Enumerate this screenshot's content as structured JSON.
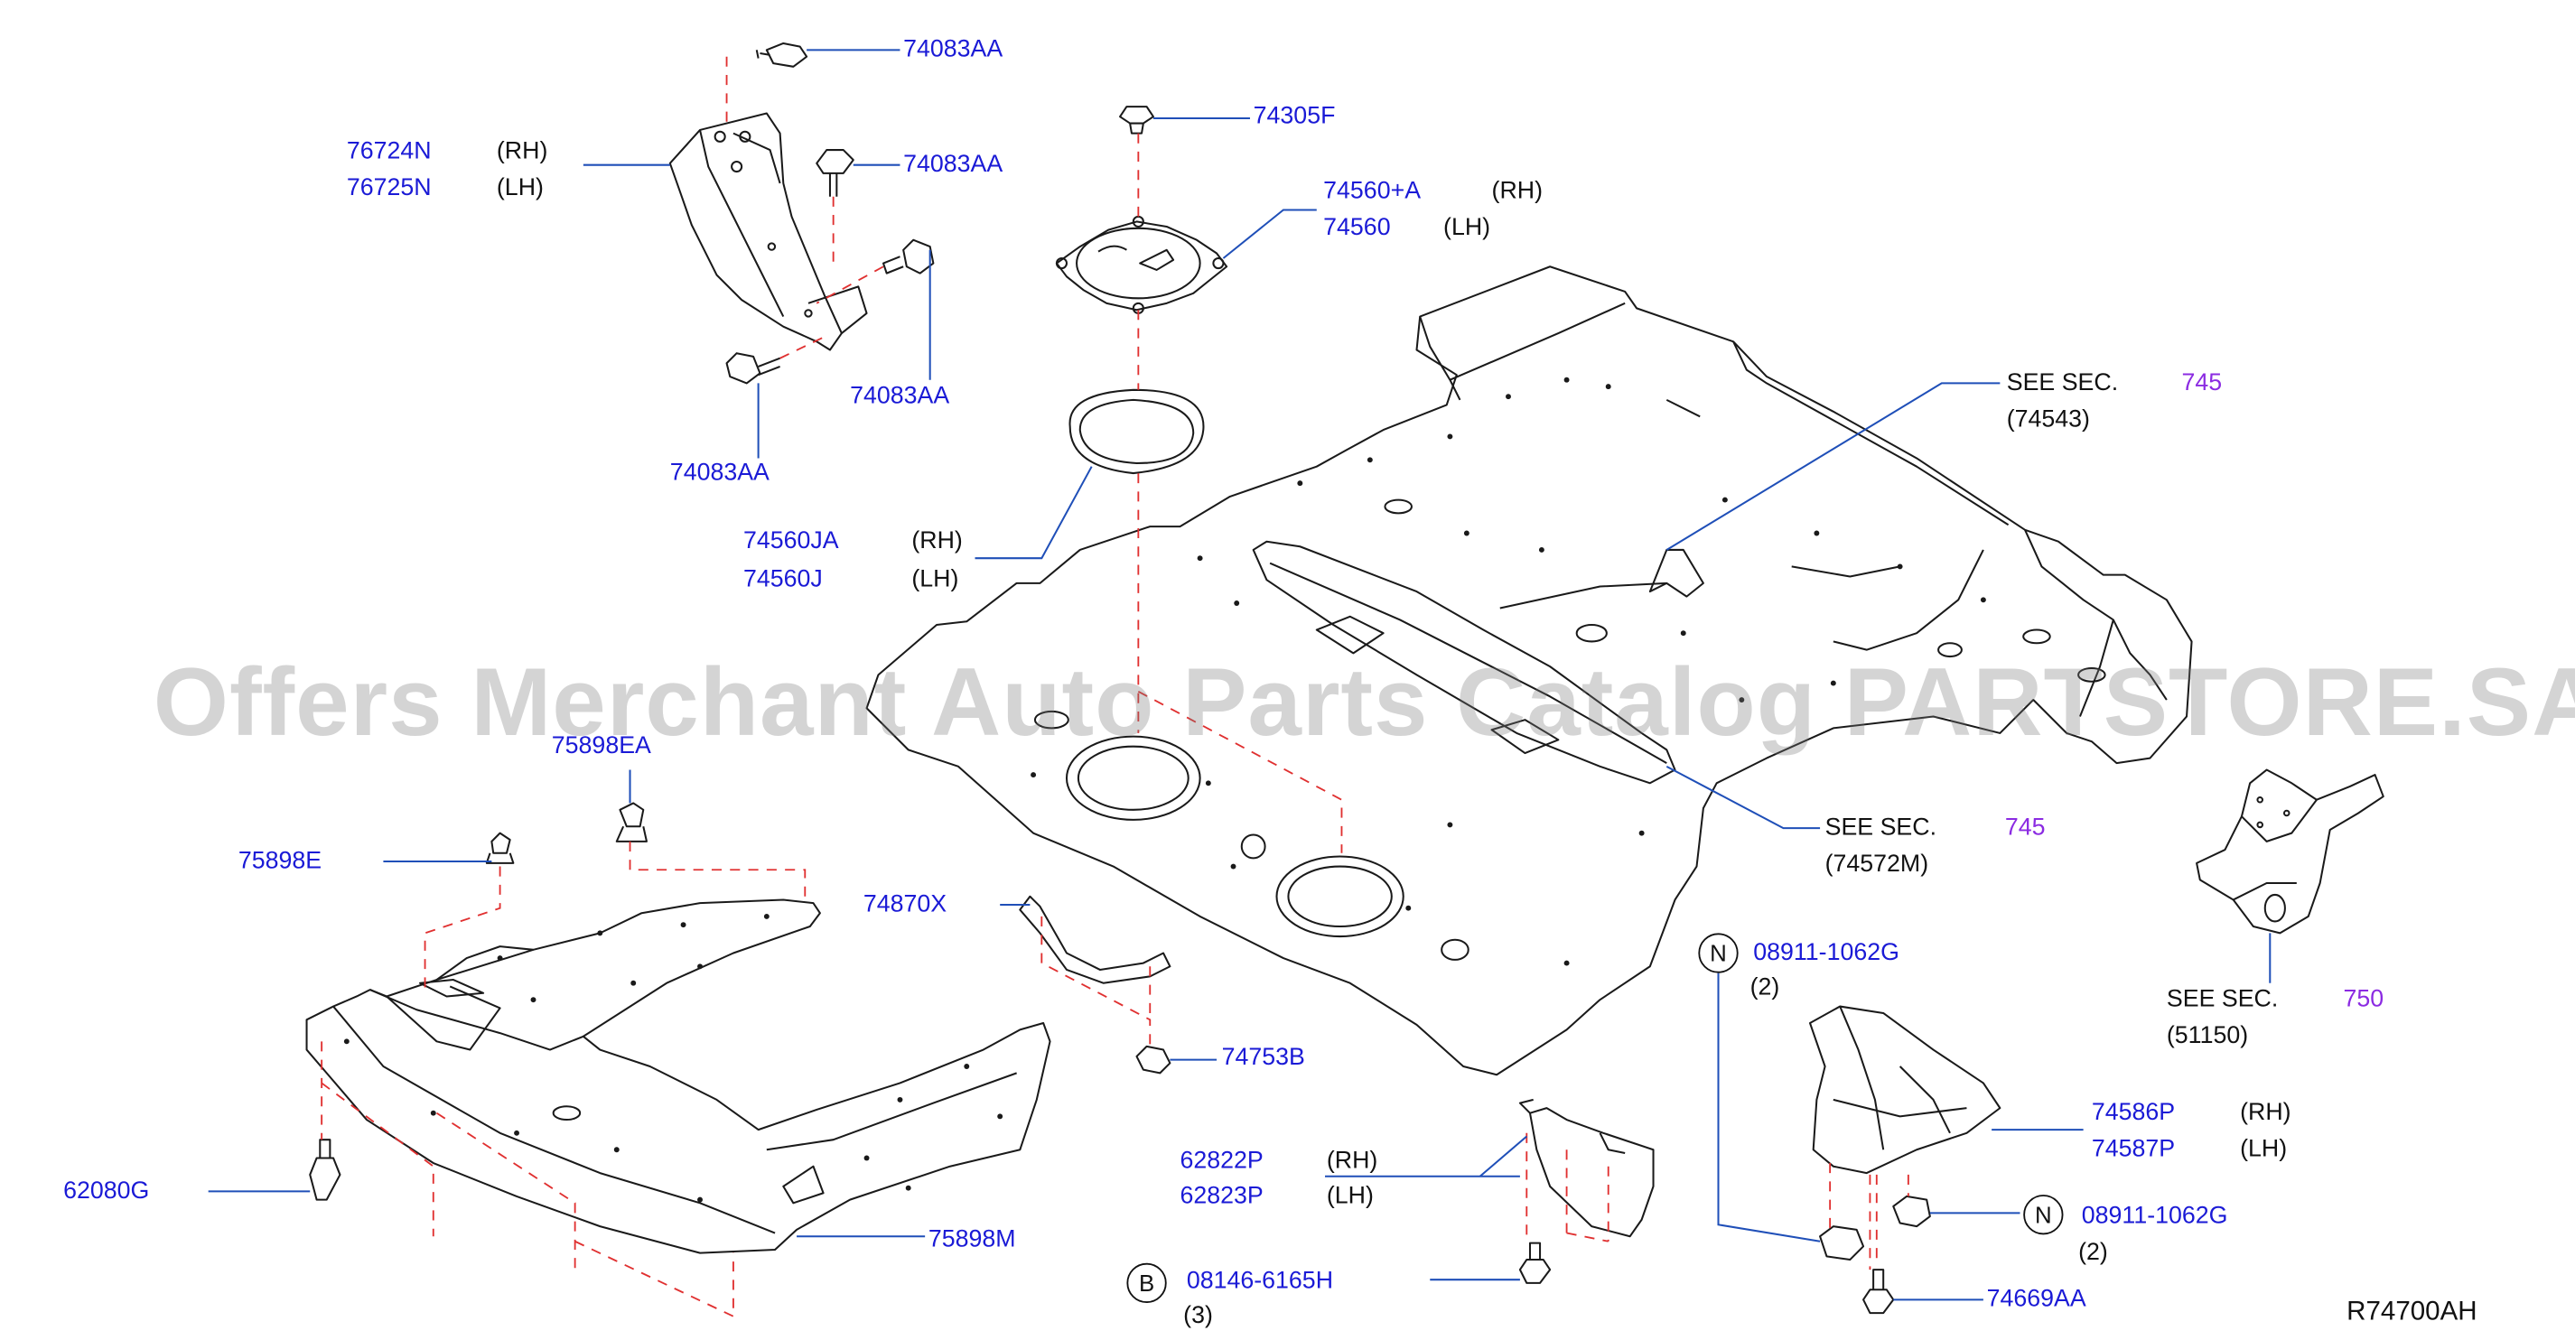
{
  "watermark": "Offers Merchant Auto Parts Catalog PARTSTORE.SA",
  "diagram_id": "R74700AH",
  "colors": {
    "part_number": "#1a1ad6",
    "section_number": "#8b2be2",
    "text": "#111111",
    "leader": "#1f4fb8",
    "dash": "#e03030",
    "outline": "#1a1a1a"
  },
  "parts": {
    "p74083AA_a": "74083AA",
    "p74083AA_b": "74083AA",
    "p74083AA_c": "74083AA",
    "p74083AA_d": "74083AA",
    "p76724N": "76724N",
    "p76725N": "76725N",
    "p74305F": "74305F",
    "p74560A": "74560+A",
    "p74560": "74560",
    "p74560JA": "74560JA",
    "p74560J": "74560J",
    "p75898EA": "75898EA",
    "p75898E": "75898E",
    "p74870X": "74870X",
    "p74753B": "74753B",
    "p62080G": "62080G",
    "p75898M": "75898M",
    "p62822P": "62822P",
    "p62823P": "62823P",
    "p08146": "08146-6165H",
    "p08911_a": "08911-1062G",
    "p08911_b": "08911-1062G",
    "p74586P": "74586P",
    "p74587P": "74587P",
    "p74669AA": "74669AA"
  },
  "sides": {
    "rh": "(RH)",
    "lh": "(LH)"
  },
  "quantities": {
    "q2a": "(2)",
    "q2b": "(2)",
    "q3": "(3)"
  },
  "fastener_symbols": {
    "nut": "N",
    "bolt": "B"
  },
  "references": {
    "see_sec": "SEE  SEC.",
    "sec745a": "745",
    "ref74543": "(74543)",
    "sec745b": "745",
    "ref74572M": "(74572M)",
    "sec750": "750",
    "ref51150": "(51150)"
  }
}
